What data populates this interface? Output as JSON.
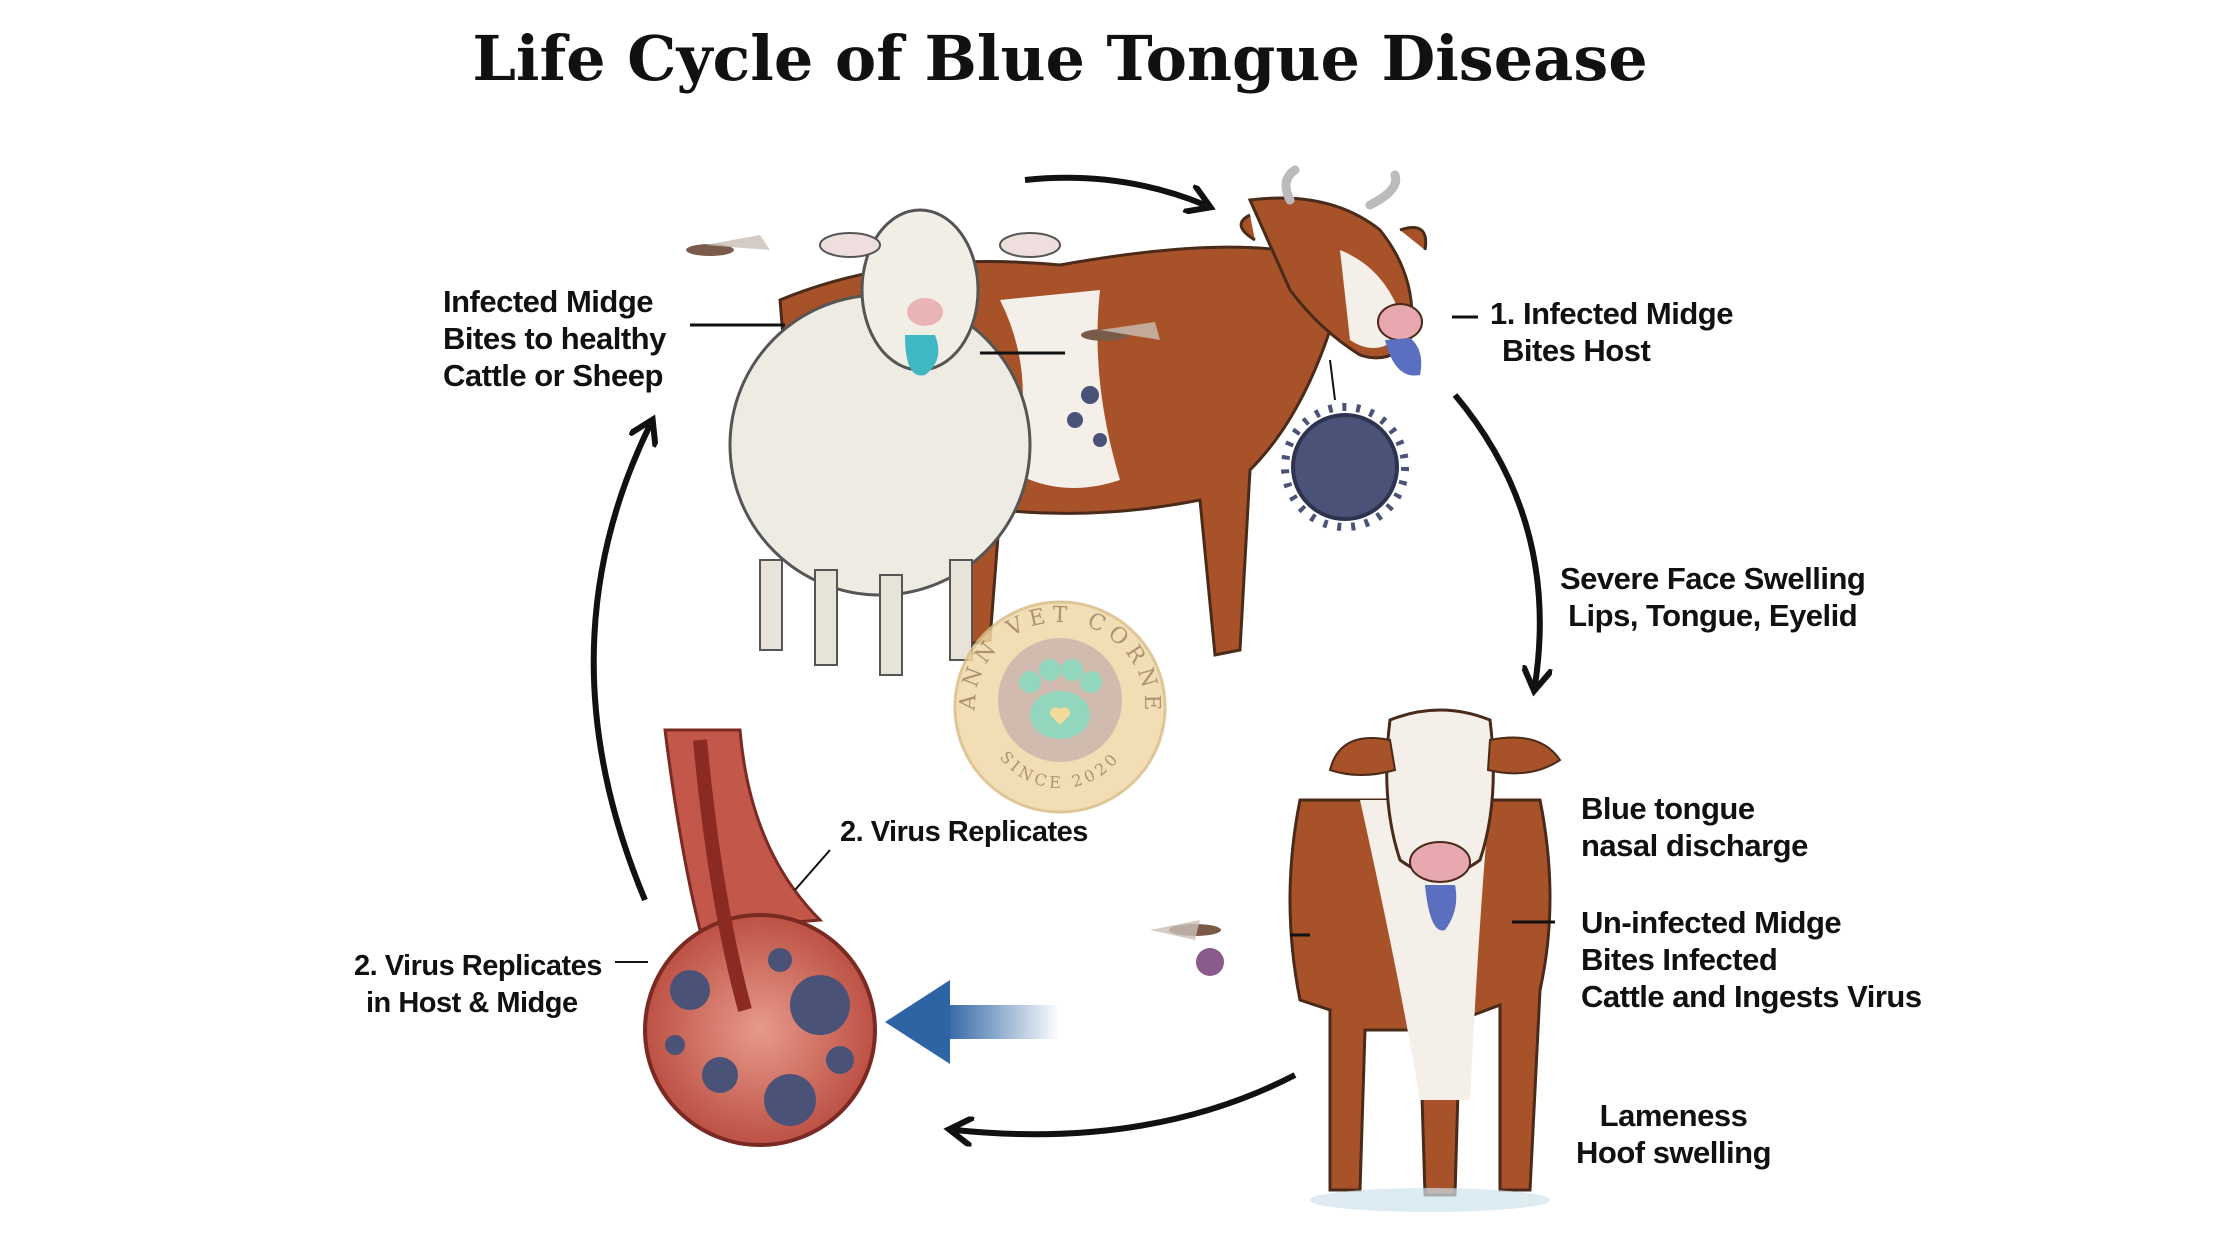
{
  "title": "Life Cycle of Blue Tongue Disease",
  "labels": {
    "infected_midge_healthy": [
      "Infected  Midge",
      "Bites to healthy",
      "Cattle or Sheep"
    ],
    "infected_midge_host": [
      "1. Infected Midge",
      "Bites Host"
    ],
    "face_swelling": [
      "Severe Face Swelling",
      "Lips, Tongue, Eyelid"
    ],
    "blue_tongue": [
      "Blue tongue",
      "nasal discharge"
    ],
    "uninfected_midge": [
      "Un-infected  Midge",
      "Bites Infected",
      "Cattle and Ingests Virus"
    ],
    "lameness": [
      "Lameness",
      "Hoof swelling"
    ],
    "virus_replicates": "2. Virus Replicates",
    "virus_replicates_host_midge": [
      "2. Virus Replicates",
      "in Host & Midge"
    ]
  },
  "watermark": {
    "name": "MANN VET CORNER",
    "since": "SINCE 2020"
  },
  "colors": {
    "cow_brown": "#a8522a",
    "tongue_blue": "#5a6fc0",
    "sheep_tongue": "#3fb8c4",
    "virus": "#4a5277",
    "arrow_blue": "#3a6ea8"
  }
}
